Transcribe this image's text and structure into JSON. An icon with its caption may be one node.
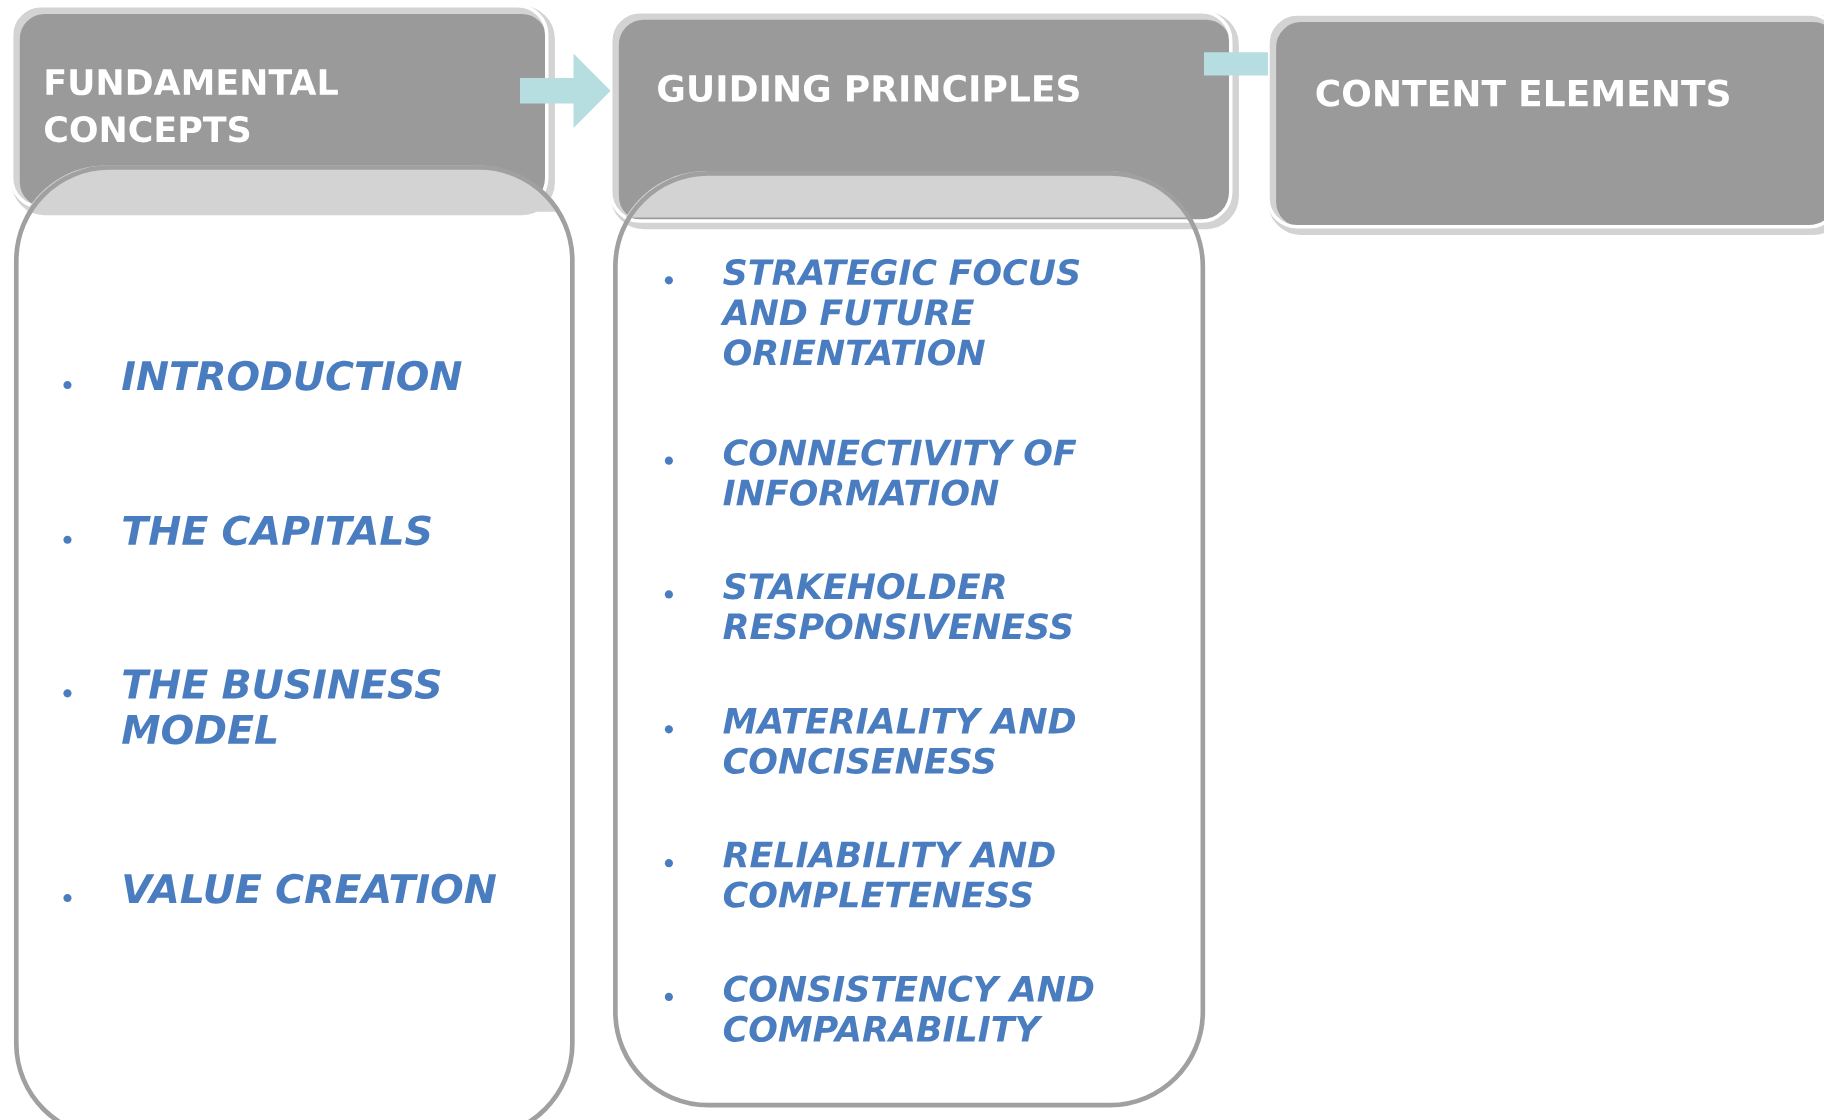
{
  "diagram": {
    "nodes": [
      {
        "text": [
          "FUNDAMENTAL CONCEPTS"
        ]
      },
      {
        "text": [
          "INTRODUCTION",
          "THE CAPITALS",
          "THE BUSINESS MODEL",
          "VALUE CREATION"
        ]
      },
      {
        "text": [
          "GUIDING PRINCIPLES"
        ]
      },
      {
        "text": [
          "STRATEGIC FOCUS AND FUTURE ORIENTATION",
          "CONNECTIVITY OF INFORMATION",
          "STAKEHOLDER RESPONSIVENESS",
          "MATERIALITY AND CONCISENESS",
          "RELIABILITY AND COMPLETENESS",
          "CONSISTENCY AND COMPARABILITY"
        ]
      },
      {
        "text": [
          "CONTENT ELEMENTS"
        ]
      }
    ],
    "edges": [
      {
        "from": 0,
        "to": 2,
        "arrow": "to"
      },
      {
        "from": 2,
        "to": 4,
        "arrow": "none"
      }
    ]
  }
}
